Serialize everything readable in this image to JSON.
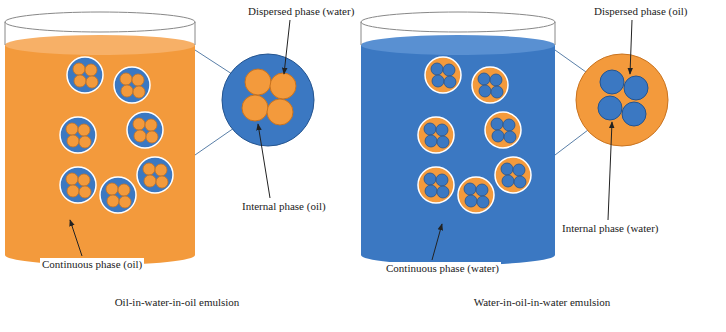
{
  "diagram": {
    "labels": [
      "Dispersed phase (water)",
      "Dispersed phase (oil)",
      "Internal phase (oil)",
      "Internal phase (water)",
      "Continuous phase (oil)",
      "Continuous phase (water)",
      "Oil-in-water-in-oil emulsion",
      "Water-in-oil-in-water emulsion"
    ]
  }
}
